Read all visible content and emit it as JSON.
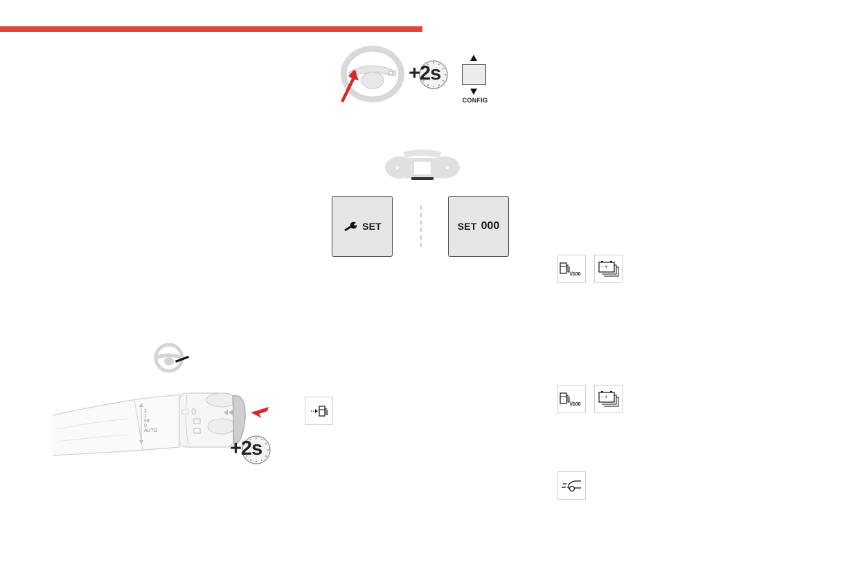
{
  "top_bar_color": "#e0443a",
  "steering_control": {
    "timer_label": "+2s",
    "config_label": "CONFIG"
  },
  "display_screens": {
    "left_label": "SET",
    "right_label": "SET",
    "right_value": "000"
  },
  "stalk_control": {
    "timer_label": "+2s",
    "stalk_labels": {
      "two": "2",
      "one": "1",
      "int": "Int",
      "zero": "0",
      "auto": "AUTO",
      "ring_zero": "0"
    }
  },
  "side_icons": [
    {
      "name": "fuel-consumption-icon",
      "label": "l/100"
    },
    {
      "name": "battery-icon"
    }
  ],
  "side_icons_2": [
    {
      "name": "fuel-consumption-icon",
      "label": "l/100"
    },
    {
      "name": "battery-icon"
    }
  ],
  "icons": {
    "fuel_range": "fuel-range-icon",
    "stop_start": "stop-start-icon"
  }
}
